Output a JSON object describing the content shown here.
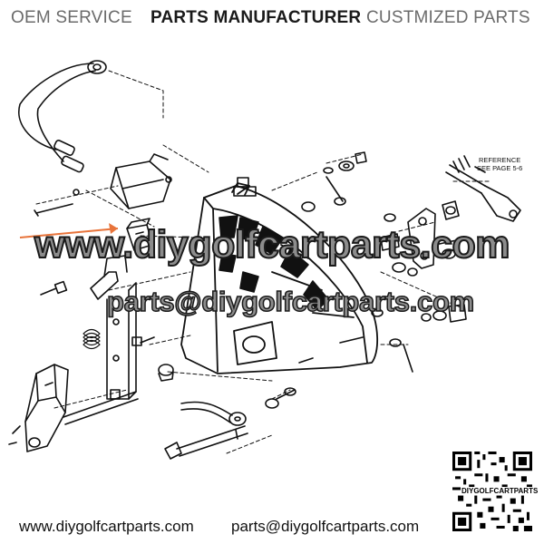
{
  "header": {
    "oem": "OEM SERVICE",
    "manufacturer": "PARTS MANUFACTURER",
    "customized": "CUSTMIZED PARTS"
  },
  "diagram": {
    "reference_note_line1": "REFERENCE",
    "reference_note_line2": "SEE PAGE 5-6",
    "pointer_color": "#e8743b"
  },
  "watermark": {
    "site": "www.diygolfcartparts.com",
    "email": "parts@diygolfcartparts.com"
  },
  "qr": {
    "label": "DIYGOLFCARTPARTS"
  },
  "footer": {
    "website": "www.diygolfcartparts.com",
    "email": "parts@diygolfcartparts.com"
  }
}
